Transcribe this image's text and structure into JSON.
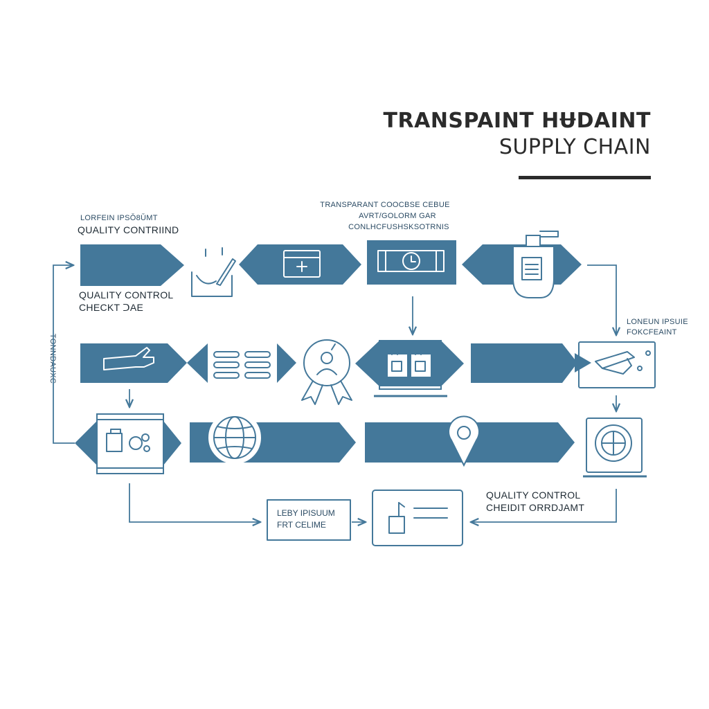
{
  "title": {
    "line1": "TRANSPAINT HɄDAINT",
    "line2": "SUPPLY CHAIN"
  },
  "labels": {
    "top_left_small": "LORFEIN IPSǑ8ǓMT",
    "top_left_main": "QUALITY CONTRIIND",
    "qc_check_line1": "QUALITY CONTROL",
    "qc_check_line2": "CHECKT ᑐAE",
    "center_top_line1": "TRANSPARANT COOCBSE CEBUE",
    "center_top_line2": "AVRT/GOLORM GAR",
    "center_top_line3": "CONLHCFUSHSKSOTRNIS",
    "right_small_line1": "LONEUN IPSUIE",
    "right_small_line2": "FOKCFEAINT",
    "left_vertical": "TONNDAUXC",
    "bottom_box_line1": "LEBY IPISUUM",
    "bottom_box_line2": "FRT CELIME",
    "qc_bottom_line1": "QUALITY CONTROL",
    "qc_bottom_line2": "CHEIDIT ORRDJAMT"
  },
  "colors": {
    "accent": "#44789a",
    "text": "#2b2b2b",
    "background": "#ffffff"
  },
  "icons": [
    "checklist-pen-icon",
    "first-aid-box-icon",
    "clock-panel-icon",
    "bottle-document-icon",
    "hand-icon",
    "list-lines-icon",
    "award-person-icon",
    "boxes-icon",
    "pencil-tag-icon",
    "gears-panel-icon",
    "globe-icon",
    "location-pin-icon",
    "globe-monitor-icon",
    "clipboard-cup-icon"
  ]
}
